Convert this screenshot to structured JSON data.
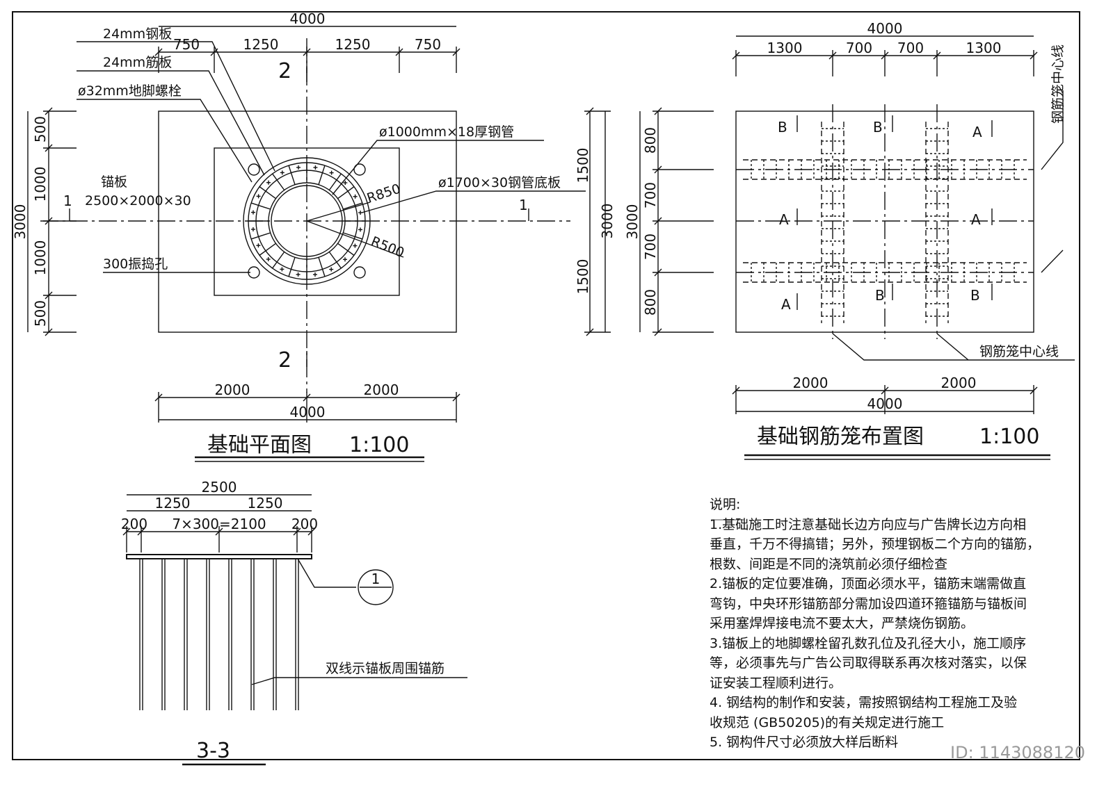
{
  "plan": {
    "title": "基础平面图",
    "scale": "1:100",
    "dim_top_total": "4000",
    "dim_top_750_left": "750",
    "dim_top_1250_left": "1250",
    "dim_top_1250_right": "1250",
    "dim_top_750_right": "750",
    "dim_bottom_2000_left": "2000",
    "dim_bottom_2000_right": "2000",
    "dim_bottom_total": "4000",
    "dim_left_total": "3000",
    "dim_left_500_top": "500",
    "dim_left_1000_top": "1000",
    "dim_left_1000_bottom": "1000",
    "dim_left_500_bottom": "500",
    "dim_right_total": "3000",
    "dim_right_1500_top": "1500",
    "dim_right_1500_bottom": "1500",
    "label_steel_plate": "24mm钢板",
    "label_rib_plate": "24mm筋板",
    "label_anchor_bolt": "ø32mm地脚螺栓",
    "label_anchor_plate": "锚板",
    "label_anchor_plate_size": "2500×2000×30",
    "label_vibration_hole": "300振捣孔",
    "label_steel_pipe": "ø1000mm×18厚钢管",
    "label_base_plate": "ø1700×30钢管底板",
    "label_r850": "R850",
    "label_r500": "R500",
    "section_1_left": "1",
    "section_1_right": "1",
    "section_2_top": "2",
    "section_2_bottom": "2"
  },
  "cage": {
    "title": "基础钢筋笼布置图",
    "scale": "1:100",
    "dim_top_total": "4000",
    "dim_top_1300_left": "1300",
    "dim_top_700_left": "700",
    "dim_top_700_right": "700",
    "dim_top_1300_right": "1300",
    "dim_bottom_2000_left": "2000",
    "dim_bottom_2000_right": "2000",
    "dim_bottom_total": "4000",
    "dim_left_total": "3000",
    "dim_left_800_top": "800",
    "dim_left_700_top": "700",
    "dim_left_700_bottom": "700",
    "dim_left_800_bottom": "800",
    "label_centerline_vertical": "钢筋笼中心线",
    "label_centerline_bottom": "钢筋笼中心线",
    "mark_a": "A",
    "mark_b": "B"
  },
  "section33": {
    "title": "3-3",
    "dim_total": "2500",
    "dim_1250_left": "1250",
    "dim_1250_right": "1250",
    "dim_200_left": "200",
    "dim_middle": "7×300=2100",
    "dim_200_right": "200",
    "callout_number": "1",
    "label_anchor_bars": "双线示锚板周围锚筋"
  },
  "notes": {
    "heading": "说明:",
    "lines": [
      "1.基础施工时注意基础长边方向应与广告牌长边方向相",
      "垂直，千万不得搞错；另外，预埋钢板二个方向的锚筋，",
      "根数、间距是不同的浇筑前必须仔细检查",
      "2.锚板的定位要准确，顶面必须水平，锚筋末端需做直",
      "弯钩，中央环形锚筋部分需加设四道环箍锚筋与锚板间",
      "采用塞焊焊接电流不要太大，严禁烧伤钢筋。",
      "3.锚板上的地脚螺栓留孔数孔位及孔径大小，施工顺序",
      "等，必须事先与广告公司取得联系再次核对落实，以保",
      "证安装工程顺利进行。",
      "4.  钢结构的制作和安装，需按照钢结构工程施工及验",
      "收规范  (GB50205)的有关规定进行施工",
      "5.  钢构件尺寸必须放大样后断料"
    ]
  },
  "image_id": "ID: 1143088120",
  "colors": {
    "line": "#111111",
    "background": "#ffffff",
    "watermark": "#999999"
  }
}
